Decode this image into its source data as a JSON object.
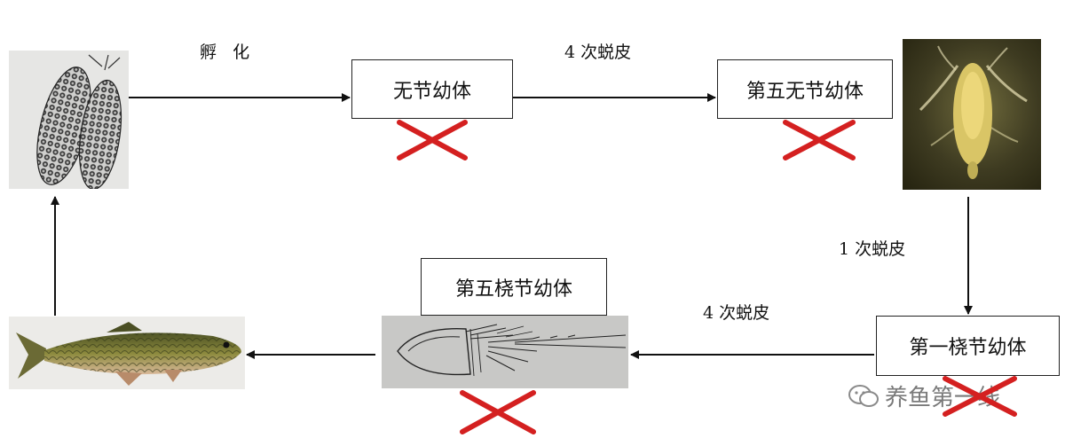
{
  "stages": {
    "nauplius": "无节幼体",
    "fifth_nauplius": "第五无节幼体",
    "first_copepodid": "第一桡节幼体",
    "fifth_copepodid": "第五桡节幼体"
  },
  "transitions": {
    "hatch": "孵   化",
    "molt4_top": "4 次蜕皮",
    "molt1": "1 次蜕皮",
    "molt4_bottom": "4 次蜕皮"
  },
  "watermark": "养鱼第一线",
  "colors": {
    "cross": "#d42020",
    "arrow": "#111111",
    "box_border": "#222222"
  }
}
